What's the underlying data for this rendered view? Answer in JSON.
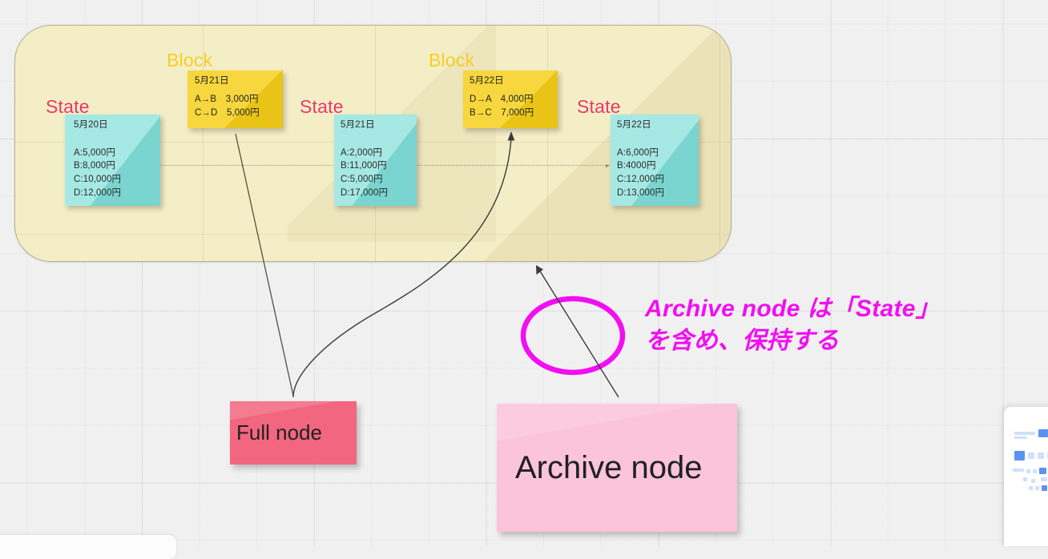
{
  "board": {
    "chain_panel_name": "blockchain-state-panel"
  },
  "captions": {
    "state": "State",
    "block": "Block"
  },
  "notes": [
    {
      "kind": "state",
      "caption": "State",
      "date": "5月20日",
      "lines": [
        "A:5,000円",
        "B:8,000円",
        "C:10,000円",
        "D:12,000円"
      ]
    },
    {
      "kind": "block",
      "caption": "Block",
      "date": "5月21日",
      "lines": [
        "A→B　3,000円",
        "C→D　5,000円"
      ]
    },
    {
      "kind": "state",
      "caption": "State",
      "date": "5月21日",
      "lines": [
        "A:2,000円",
        "B:11,000円",
        "C:5,000円",
        "D:17,000円"
      ]
    },
    {
      "kind": "block",
      "caption": "Block",
      "date": "5月22日",
      "lines": [
        "D→A　4,000円",
        "B→C　7,000円"
      ]
    },
    {
      "kind": "state",
      "caption": "State",
      "date": "5月22日",
      "lines": [
        "A:6,000円",
        "B:4000円",
        "C:12,000円",
        "D:13,000円"
      ]
    }
  ],
  "nodes": {
    "full": "Full node",
    "archive": "Archive node"
  },
  "annotation": {
    "text": "Archive node は「State」\nを含め、保持する"
  },
  "colors": {
    "state_note": "#7fded8",
    "block_note": "#f5cf18",
    "state_caption": "#e8386b",
    "block_caption": "#f6ce24",
    "full_node": "#f2667f",
    "archive_node": "#fbc4d8",
    "annotation": "#f20ef2",
    "panel": "#f4eec6"
  }
}
